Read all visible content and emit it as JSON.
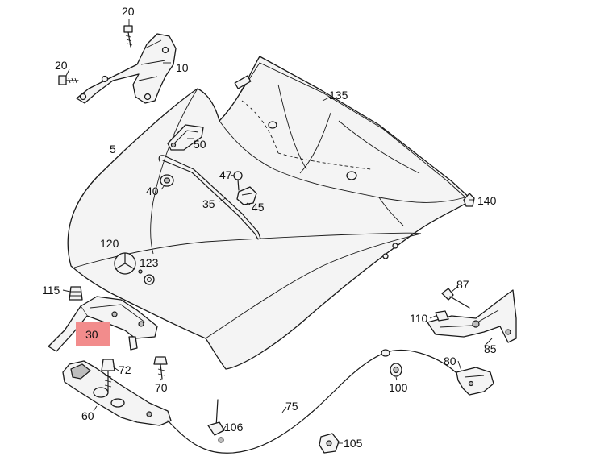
{
  "highlight_color": "#f28c8c",
  "parts": [
    {
      "id": "p20a",
      "label": "20"
    },
    {
      "id": "p20b",
      "label": "20"
    },
    {
      "id": "p10",
      "label": "10"
    },
    {
      "id": "p135",
      "label": "135"
    },
    {
      "id": "p5",
      "label": "5"
    },
    {
      "id": "p50",
      "label": "50"
    },
    {
      "id": "p47",
      "label": "47"
    },
    {
      "id": "p40",
      "label": "40"
    },
    {
      "id": "p35",
      "label": "35"
    },
    {
      "id": "p45",
      "label": "45"
    },
    {
      "id": "p140",
      "label": "140"
    },
    {
      "id": "p120",
      "label": "120"
    },
    {
      "id": "p123",
      "label": "123"
    },
    {
      "id": "p115",
      "label": "115"
    },
    {
      "id": "p87",
      "label": "87"
    },
    {
      "id": "p110",
      "label": "110"
    },
    {
      "id": "p30",
      "label": "30",
      "highlighted": true
    },
    {
      "id": "p85",
      "label": "85"
    },
    {
      "id": "p72",
      "label": "72"
    },
    {
      "id": "p80",
      "label": "80"
    },
    {
      "id": "p100",
      "label": "100"
    },
    {
      "id": "p70",
      "label": "70"
    },
    {
      "id": "p75",
      "label": "75"
    },
    {
      "id": "p60",
      "label": "60"
    },
    {
      "id": "p106",
      "label": "106"
    },
    {
      "id": "p105",
      "label": "105"
    }
  ]
}
